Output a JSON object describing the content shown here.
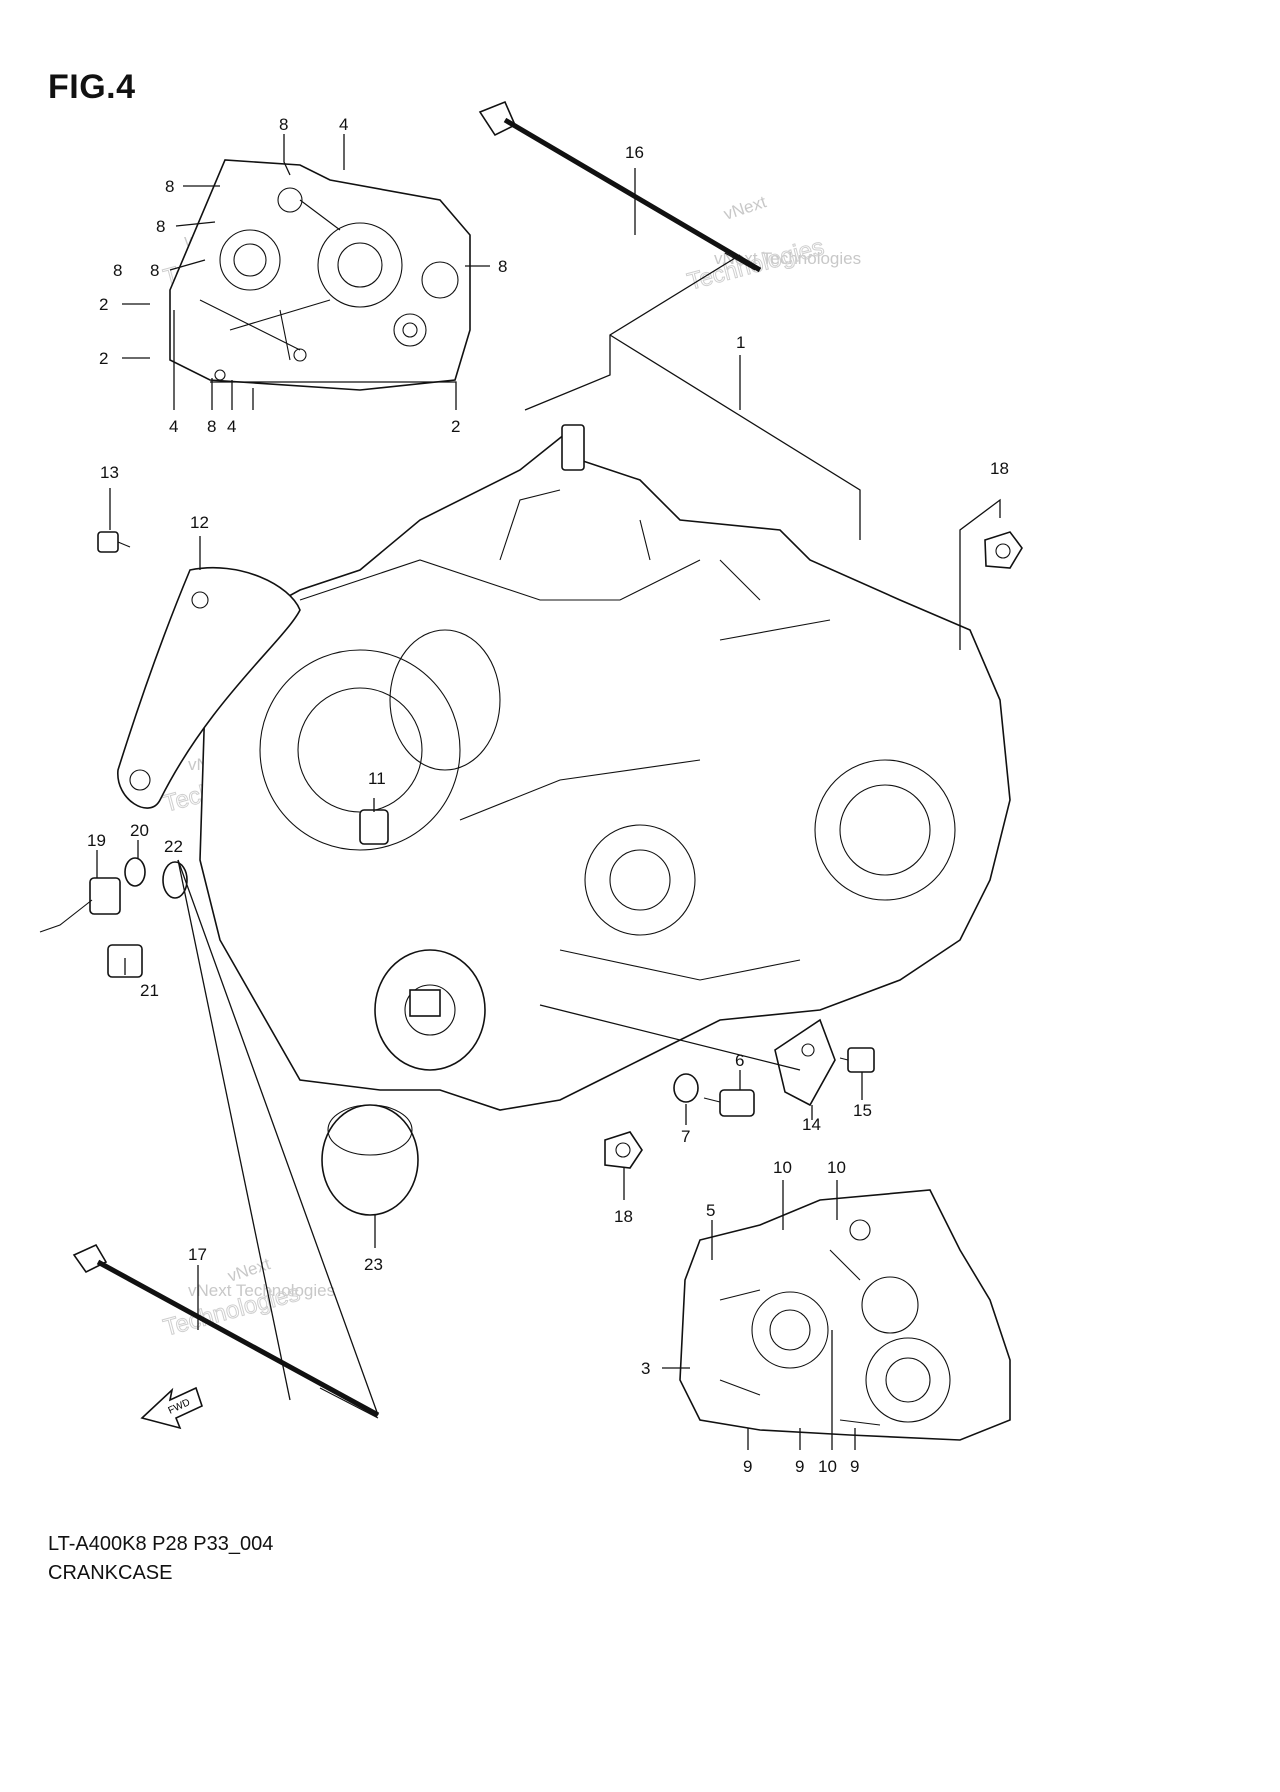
{
  "figure_label": "FIG.4",
  "footer": {
    "model_code": "LT-A400K8 P28 P33_004",
    "title": "CRANKCASE"
  },
  "watermark": {
    "line1": "vNext Technologies",
    "line2": "Technologies",
    "line3": "vNext"
  },
  "fwd_arrow_label": "FWD",
  "callouts": {
    "c1": "1",
    "c2a": "2",
    "c2b": "2",
    "c2c": "2",
    "c3": "3",
    "c4a": "4",
    "c4b": "4",
    "c4c": "4",
    "c5": "5",
    "c6": "6",
    "c7": "7",
    "c8a": "8",
    "c8b": "8",
    "c8c": "8",
    "c8d": "8",
    "c8e": "8",
    "c8f": "8",
    "c8g": "8",
    "c9a": "9",
    "c9b": "9",
    "c9c": "9",
    "c10a": "10",
    "c10b": "10",
    "c10c": "10",
    "c11": "11",
    "c12": "12",
    "c13": "13",
    "c14": "14",
    "c15": "15",
    "c16": "16",
    "c17": "17",
    "c18a": "18",
    "c18b": "18",
    "c19": "19",
    "c20": "20",
    "c21": "21",
    "c22": "22",
    "c23": "23"
  }
}
